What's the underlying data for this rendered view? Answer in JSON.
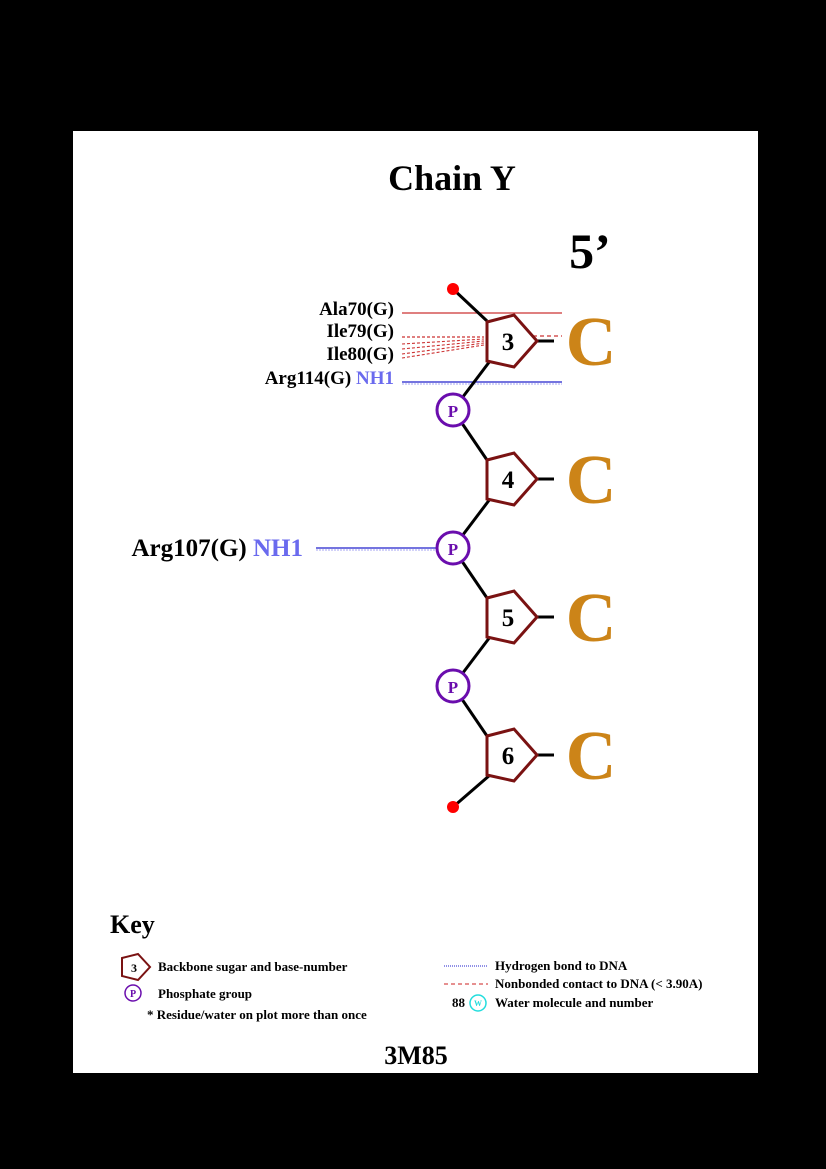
{
  "title": "Chain Y",
  "five_prime": "5’",
  "pdb_id": "3M85",
  "colors": {
    "background": "#000000",
    "panel": "#ffffff",
    "sugar": "#7a1212",
    "base": "#cc8418",
    "phosphate": "#6a0dad",
    "terminal": "#ff0000",
    "hbond": "#2222cc",
    "nonbonded": "#cc2222",
    "atom_label": "#6a6aee",
    "water": "#22dddd"
  },
  "nucleotides": [
    {
      "number": "3",
      "base": "C"
    },
    {
      "number": "4",
      "base": "C"
    },
    {
      "number": "5",
      "base": "C"
    },
    {
      "number": "6",
      "base": "C"
    }
  ],
  "phosphates": [
    {
      "label": "P"
    },
    {
      "label": "P"
    },
    {
      "label": "P"
    }
  ],
  "contacts": [
    {
      "residue": "Ala70(G)",
      "atom": "",
      "type": "nonbonded"
    },
    {
      "residue": "Ile79(G)",
      "atom": "",
      "type": "nonbonded"
    },
    {
      "residue": "Ile80(G)",
      "atom": "",
      "type": "nonbonded"
    },
    {
      "residue": "Arg114(G)",
      "atom": "NH1",
      "type": "hbond"
    },
    {
      "residue": "Arg107(G)",
      "atom": "NH1",
      "type": "hbond"
    }
  ],
  "key": {
    "title": "Key",
    "sugar_sample": "3",
    "sugar_label": "Backbone sugar and base-number",
    "phosphate_sample": "P",
    "phosphate_label": "Phosphate group",
    "repeat_label": "* Residue/water on plot more than once",
    "hbond_label": "Hydrogen bond to DNA",
    "nonbonded_label": "Nonbonded contact to DNA (< 3.90A)",
    "water_number": "88",
    "water_sample": "W",
    "water_label": "Water molecule and number"
  }
}
